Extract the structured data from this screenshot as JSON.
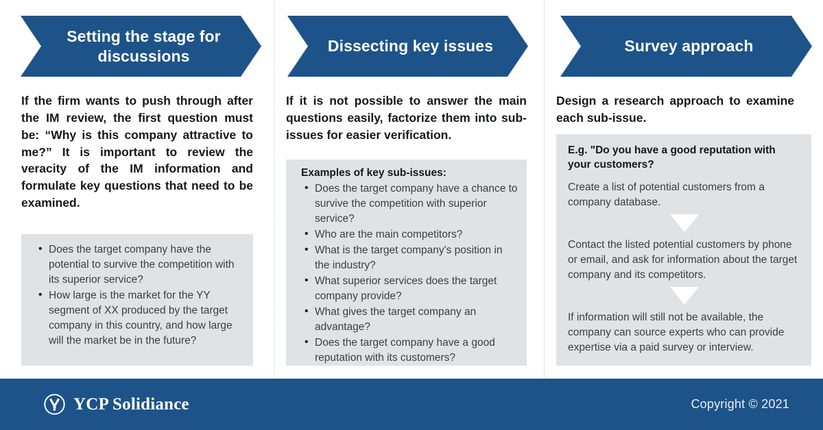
{
  "columns": [
    {
      "header": "Setting the stage for discussions",
      "intro": "If the firm wants to push through after the IM review, the first question must be: “Why is this company attractive to me?” It is important to review the veracity of the IM information and formulate key questions that need to be examined.",
      "bullets": [
        "Does the target company have the potential to survive the competition with its superior service?",
        "How large is the market for the YY segment of XX produced by the target company in this country, and how large will the market be in the future?"
      ]
    },
    {
      "header": "Dissecting key issues",
      "intro": "If it is not possible to answer the main questions easily, factorize them into sub-issues for easier verification.",
      "panel_heading": "Examples of key sub-issues:",
      "bullets": [
        "Does the target company have a chance to survive the competition with superior service?",
        "Who are the main competitors?",
        "What is the target company's position in the industry?",
        "What superior services does the target company provide?",
        "What gives the target company an advantage?",
        "Does the target company have a good reputation with its customers?"
      ]
    },
    {
      "header": "Survey approach",
      "intro": "Design a research approach to examine each sub-issue.",
      "flow_title": "E.g. \"Do you have a good reputation with your customers?",
      "flow_steps": [
        "Create a list of potential customers from a company database.",
        "Contact the listed potential customers by phone or email, and ask for information about the target company and its competitors.",
        "If information will still not be available, the company can source experts who can provide expertise via a paid survey or interview."
      ]
    }
  ],
  "footer": {
    "brand_name": "YCP Solidiance",
    "brand_mark": "ycp-circle-y-logo",
    "copyright": "Copyright © 2021"
  },
  "colors": {
    "brand_blue": "#1d5389",
    "panel_gray": "#dfe3e6",
    "body_text": "#3a3f44",
    "heading_text": "#16181a",
    "divider": "#c6ccd2"
  }
}
